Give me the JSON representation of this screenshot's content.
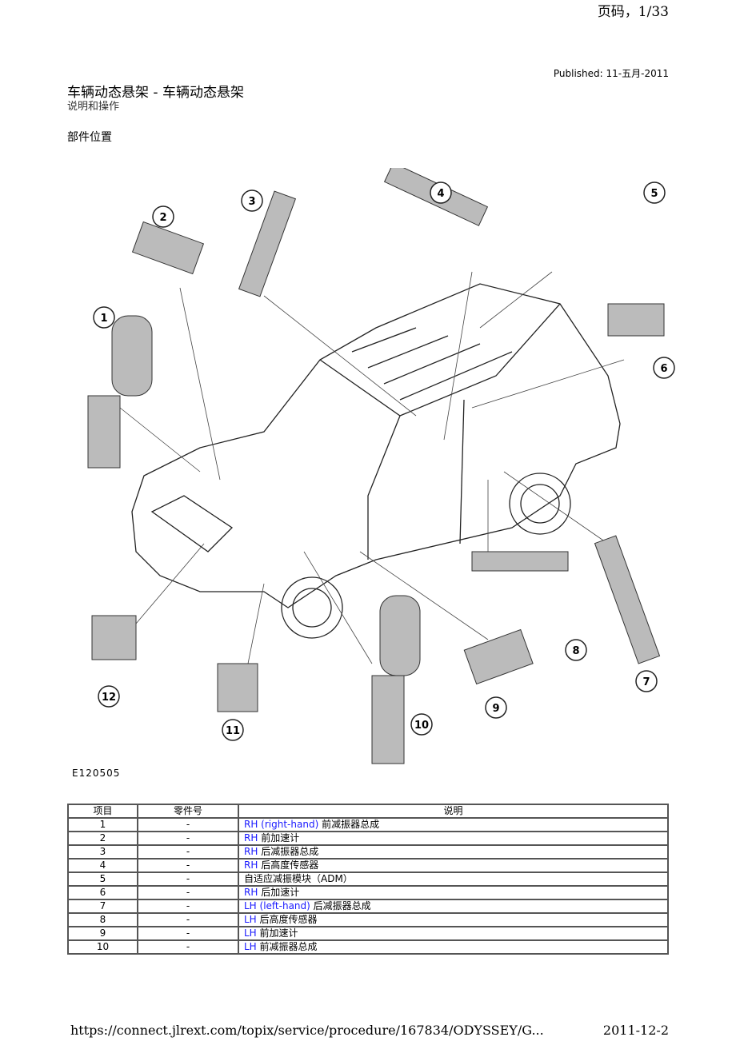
{
  "page_number": "页码，1/33",
  "published": "Published: 11-五月-2011",
  "title": "车辆动态悬架 - 车辆动态悬架",
  "subtitle": "说明和操作",
  "section": "部件位置",
  "figure": {
    "id": "E120505",
    "callouts": [
      "1",
      "2",
      "3",
      "4",
      "5",
      "6",
      "7",
      "8",
      "9",
      "10",
      "11",
      "12"
    ]
  },
  "table": {
    "headers": [
      "项目",
      "零件号",
      "说明"
    ],
    "rows": [
      {
        "item": "1",
        "part": "-",
        "side": "RH (right-hand)",
        "desc": " 前减振器总成"
      },
      {
        "item": "2",
        "part": "-",
        "side": "RH",
        "desc": " 前加速计"
      },
      {
        "item": "3",
        "part": "-",
        "side": "RH",
        "desc": " 后减振器总成"
      },
      {
        "item": "4",
        "part": "-",
        "side": "RH",
        "desc": " 后高度传感器"
      },
      {
        "item": "5",
        "part": "-",
        "side": "",
        "desc": "自适应减振模块（ADM）"
      },
      {
        "item": "6",
        "part": "-",
        "side": "RH",
        "desc": " 后加速计"
      },
      {
        "item": "7",
        "part": "-",
        "side": "LH (left-hand)",
        "desc": " 后减振器总成"
      },
      {
        "item": "8",
        "part": "-",
        "side": "LH",
        "desc": " 后高度传感器"
      },
      {
        "item": "9",
        "part": "-",
        "side": "LH",
        "desc": " 前加速计"
      },
      {
        "item": "10",
        "part": "-",
        "side": "LH",
        "desc": " 前减振器总成"
      }
    ]
  },
  "footer": {
    "url": "https://connect.jlrext.com/topix/service/procedure/167834/ODYSSEY/G...",
    "date": "2011-12-2"
  }
}
